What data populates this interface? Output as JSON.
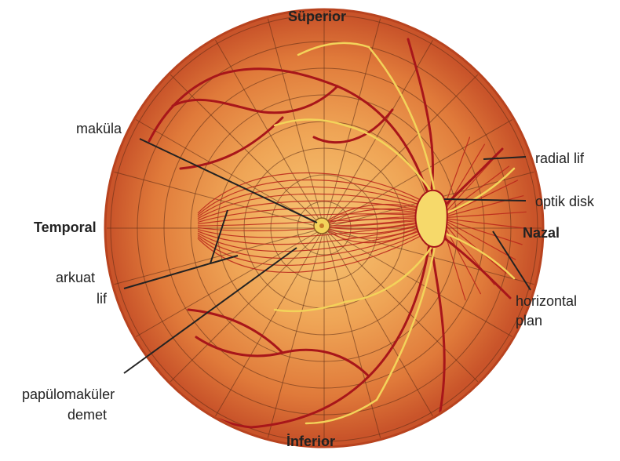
{
  "orientation": {
    "superior": "Süperior",
    "inferior": "İnferior",
    "temporal": "Temporal",
    "nasal": "Nazal"
  },
  "callouts": {
    "macula": "maküla",
    "radial_fiber": "radial lif",
    "optic_disc": "optik disk",
    "arcuate_line1": "arkuat",
    "arcuate_line2": "lif",
    "horizontal_line1": "horizontal",
    "horizontal_line2": "plan",
    "papillomacular_line1": "papülomaküler",
    "papillomacular_line2": "demet"
  },
  "colors": {
    "fundus_center": "#f6c070",
    "fundus_mid": "#e8863e",
    "fundus_edge": "#c9542a",
    "rim": "#b8431f",
    "grid": "#5a2a14",
    "fiber": "#b8231a",
    "vessel": "#a8161a",
    "vein_light": "#f3d35a",
    "disc": "#f6d96a",
    "leader": "#222222"
  }
}
